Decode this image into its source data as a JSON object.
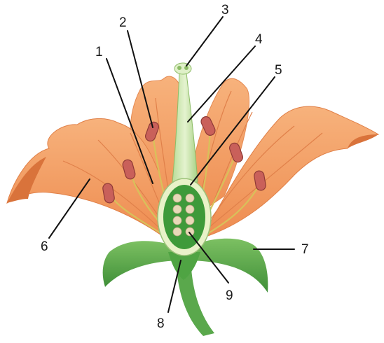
{
  "diagram": {
    "labels": [
      {
        "id": "1",
        "text": "1"
      },
      {
        "id": "2",
        "text": "2"
      },
      {
        "id": "3",
        "text": "3"
      },
      {
        "id": "4",
        "text": "4"
      },
      {
        "id": "5",
        "text": "5"
      },
      {
        "id": "6",
        "text": "6"
      },
      {
        "id": "7",
        "text": "7"
      },
      {
        "id": "8",
        "text": "8"
      },
      {
        "id": "9",
        "text": "9"
      }
    ],
    "colors": {
      "petal": "#f4a066",
      "petal_dark": "#d9733b",
      "petal_vein": "#e0804a",
      "sepal": "#4fa443",
      "sepal_light": "#7cc062",
      "stem": "#5aa84c",
      "ovary_wall": "#e8f2c8",
      "ovary_inner": "#3e9a3a",
      "ovule": "#e8d9b8",
      "anther": "#c9605a",
      "filament": "#d8c15a",
      "style": "#cfe7b0"
    }
  }
}
